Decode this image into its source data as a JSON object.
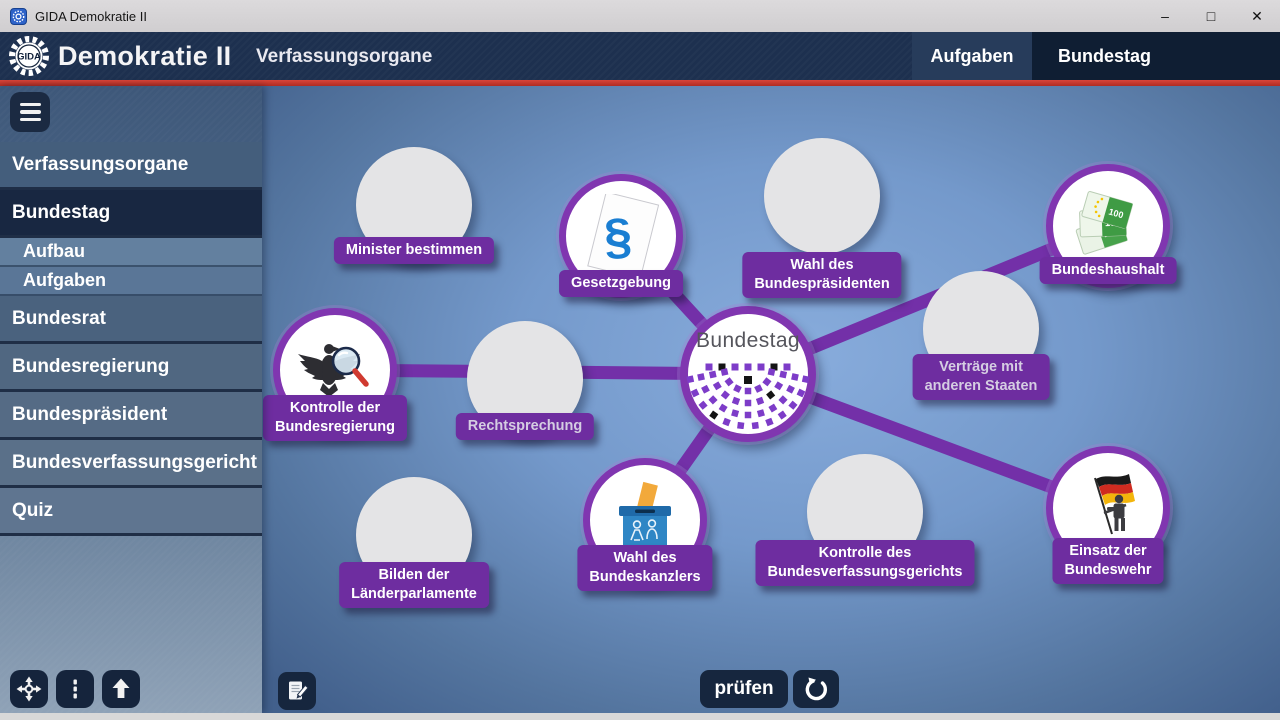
{
  "window": {
    "title": "GIDA Demokratie II",
    "minimize": "–",
    "maximize": "□",
    "close": "✕"
  },
  "header": {
    "logo_text": "GIDA",
    "app_title": "Demokratie II",
    "subtitle": "Verfassungsorgane",
    "tabs": [
      {
        "label": "Aufgaben"
      },
      {
        "label": "Bundestag"
      }
    ]
  },
  "sidebar": {
    "items": [
      {
        "label": "Verfassungsorgane"
      },
      {
        "label": "Bundestag"
      },
      {
        "label": "Aufbau"
      },
      {
        "label": "Aufgaben"
      },
      {
        "label": "Bundesrat"
      },
      {
        "label": "Bundesregierung"
      },
      {
        "label": "Bundespräsident"
      },
      {
        "label": "Bundesverfassungsgericht"
      },
      {
        "label": "Quiz"
      }
    ]
  },
  "diagram": {
    "center_label": "Bundestag",
    "nodes": [
      {
        "label": "Minister bestimmen",
        "state": "empty"
      },
      {
        "label": "Gesetzgebung",
        "state": "filled",
        "icon": "paragraph-law-icon"
      },
      {
        "label": "Wahl des\nBundespräsidenten",
        "state": "empty"
      },
      {
        "label": "Bundeshaushalt",
        "state": "filled",
        "icon": "euro-banknotes-icon"
      },
      {
        "label": "Verträge mit\nanderen Staaten",
        "state": "empty"
      },
      {
        "label": "Kontrolle der\nBundesregierung",
        "state": "filled",
        "icon": "eagle-magnifier-icon"
      },
      {
        "label": "Rechtsprechung",
        "state": "empty"
      },
      {
        "label": "Wahl des\nBundeskanzlers",
        "state": "filled",
        "icon": "ballot-box-icon"
      },
      {
        "label": "Kontrolle des\nBundesverfassungsgerichts",
        "state": "empty"
      },
      {
        "label": "Einsatz der\nBundeswehr",
        "state": "filled",
        "icon": "flag-soldier-icon"
      },
      {
        "label": "Bilden der\nLänderparlamente",
        "state": "empty"
      }
    ]
  },
  "toolbar": {
    "check_label": "prüfen"
  },
  "banknote_value": "100",
  "icons": {
    "hamburger-icon": "≡",
    "pan-icon": "✥",
    "kebab-icon": "⋮",
    "up-arrow-icon": "↑",
    "notes-icon": "✎",
    "reset-icon": "↺"
  },
  "colors": {
    "accent_purple": "#8036b0",
    "badge_purple": "#6e2da0",
    "header_navy": "#1d304f",
    "red_divider": "#c8372c",
    "selected_navy": "#182741",
    "main_bg_center": "#88acdc",
    "main_bg_edge": "#42608c"
  }
}
